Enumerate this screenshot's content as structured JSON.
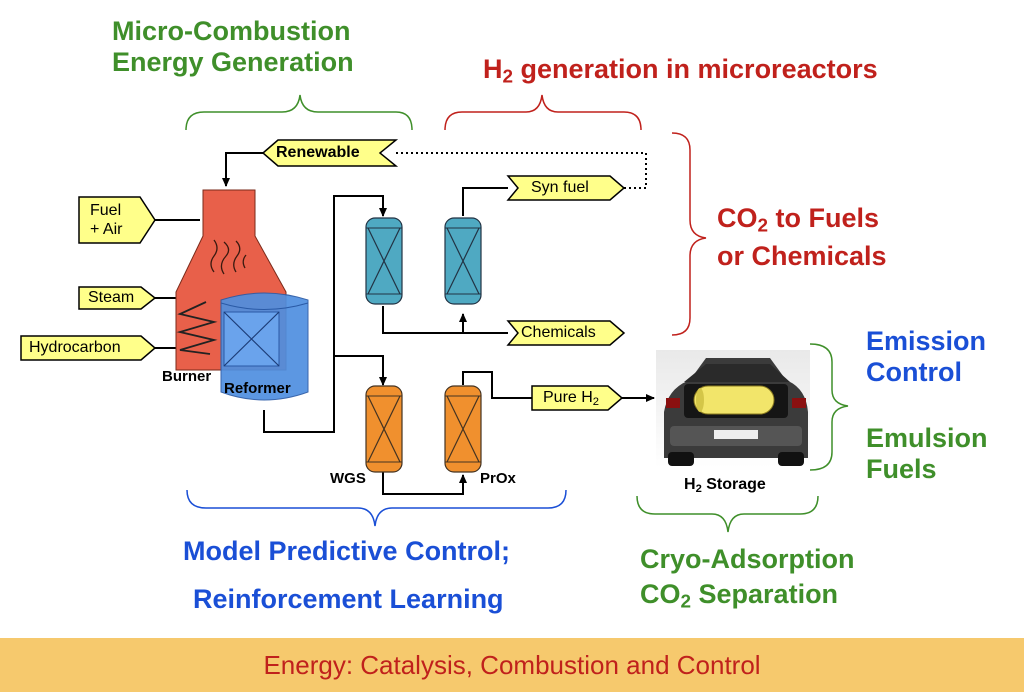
{
  "headings": {
    "micro_combustion_line1": "Micro-Combustion",
    "micro_combustion_line2": "Energy Generation",
    "h2_generation_prefix": "H",
    "h2_generation_sub": "2",
    "h2_generation_suffix": " generation in microreactors",
    "co2_line1_prefix": "CO",
    "co2_line1_sub": "2",
    "co2_line1_suffix": " to Fuels",
    "co2_line2": "or Chemicals",
    "emission_line1": "Emission",
    "emission_line2": "Control",
    "emulsion_line1": "Emulsion",
    "emulsion_line2": "Fuels",
    "mpc": "Model Predictive Control;",
    "rl": "Reinforcement Learning",
    "cryo": "Cryo-Adsorption",
    "co2_sep_prefix": "CO",
    "co2_sep_sub": "2",
    "co2_sep_suffix": " Separation"
  },
  "process_tags": {
    "renewable": "Renewable",
    "fuel_line1": "Fuel",
    "fuel_line2": "+ Air",
    "steam": "Steam",
    "hydrocarbon": "Hydrocarbon",
    "syn_fuel": "Syn fuel",
    "chemicals": "Chemicals",
    "pure_h2_prefix": "Pure H",
    "pure_h2_sub": "2"
  },
  "unit_labels": {
    "burner": "Burner",
    "reformer": "Reformer",
    "wgs": "WGS",
    "prox": "PrOx",
    "h2_storage_prefix": "H",
    "h2_storage_sub": "2",
    "h2_storage_suffix": " Storage"
  },
  "footer": {
    "title": "Energy: Catalysis, Combustion and Control"
  },
  "colors": {
    "green": "#3f8f2a",
    "red": "#c0211c",
    "blue": "#1a4fd6",
    "tag_fill": "#ffff8a",
    "burner_fill": "#e8604a",
    "reformer_fill": "#4f8fe0",
    "reactor_blue": "#4fa9c2",
    "reactor_orange": "#f0902e",
    "footer_bg": "#f6c96d"
  }
}
